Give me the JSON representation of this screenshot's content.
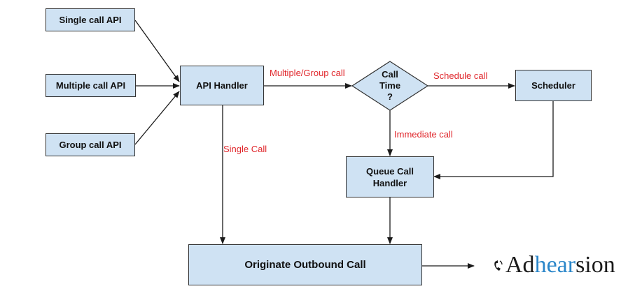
{
  "nodes": {
    "single_call_api": "Single call API",
    "multiple_call_api": "Multiple call API",
    "group_call_api": "Group call API",
    "api_handler": "API Handler",
    "call_time": [
      "Call",
      "Time",
      "?"
    ],
    "scheduler": "Scheduler",
    "queue_call_handler": [
      "Queue Call",
      "Handler"
    ],
    "originate_outbound_call": "Originate Outbound Call"
  },
  "edge_labels": {
    "multiple_group_call": "Multiple/Group call",
    "schedule_call": "Schedule call",
    "immediate_call": "Immediate call",
    "single_call": "Single Call"
  },
  "logo": {
    "part1": "Ad",
    "part2": "hear",
    "part3": "sion",
    "brand_color": "#2a86c9"
  },
  "colors": {
    "box_fill": "#cfe2f3",
    "box_border": "#333333",
    "edge_label": "#e0262b",
    "connector": "#1a1a1a"
  }
}
